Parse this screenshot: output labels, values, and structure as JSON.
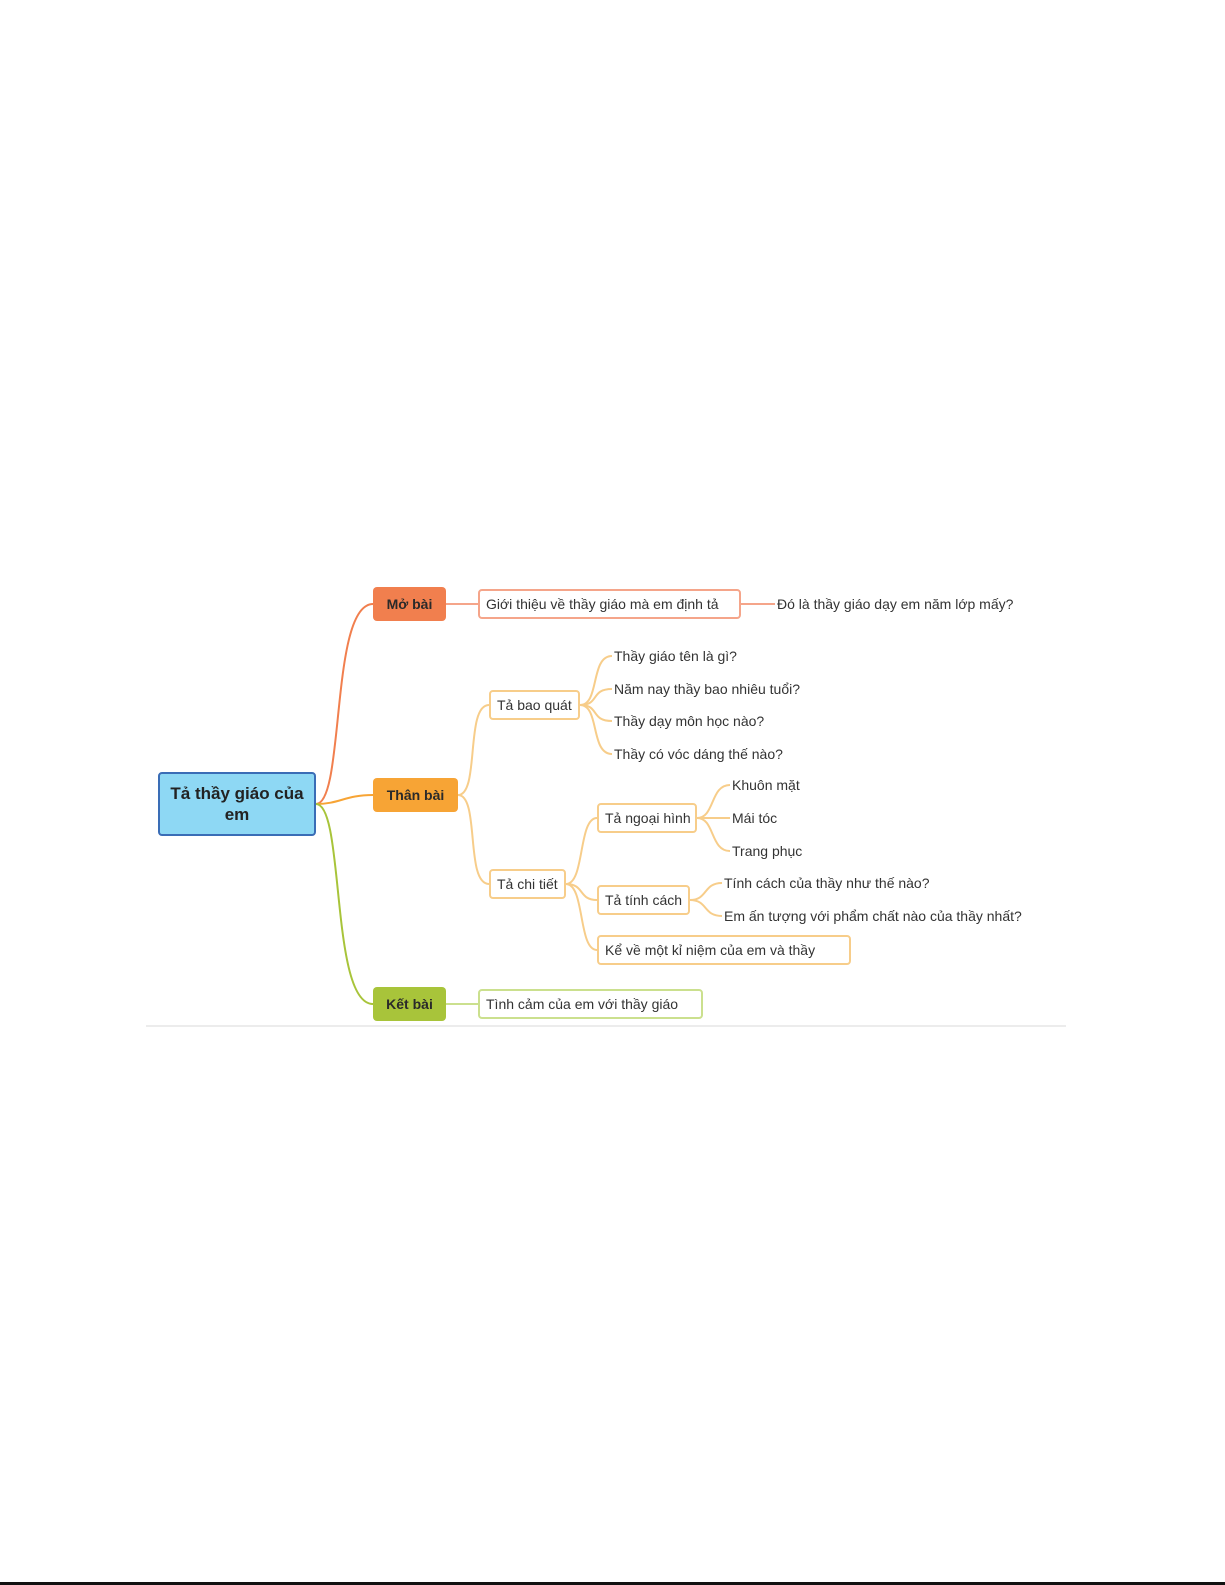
{
  "colors": {
    "mo_bai": "#f17f4e",
    "than_bai": "#f7a435",
    "ket_bai": "#a8c43a",
    "root_fill": "#8ed8f4",
    "root_border": "#3a6db6"
  },
  "root": {
    "label": "Tả thầy giáo của em"
  },
  "mo_bai": {
    "label": "Mở bài",
    "intro": "Giới thiệu về thầy giáo mà em định tả",
    "question": "Đó là thầy giáo dạy em năm lớp mấy?"
  },
  "than_bai": {
    "label": "Thân bài",
    "bao_quat": {
      "label": "Tả bao quát",
      "items": [
        "Thầy giáo tên là gì?",
        "Năm nay thầy bao nhiêu tuổi?",
        "Thầy dạy môn học nào?",
        "Thầy có vóc dáng thế nào?"
      ]
    },
    "chi_tiet": {
      "label": "Tả chi tiết",
      "ngoai_hinh": {
        "label": "Tả ngoại hình",
        "items": [
          "Khuôn mặt",
          "Mái tóc",
          "Trang phục"
        ]
      },
      "tinh_cach": {
        "label": "Tả tính cách",
        "items": [
          "Tính cách của thầy như thế nào?",
          "Em ấn tượng với phẩm chất nào của thầy nhất?"
        ]
      },
      "ki_niem": "Kể về một kỉ niệm của em và thầy"
    }
  },
  "ket_bai": {
    "label": "Kết bài",
    "feeling": "Tình cảm của em với thầy giáo"
  }
}
